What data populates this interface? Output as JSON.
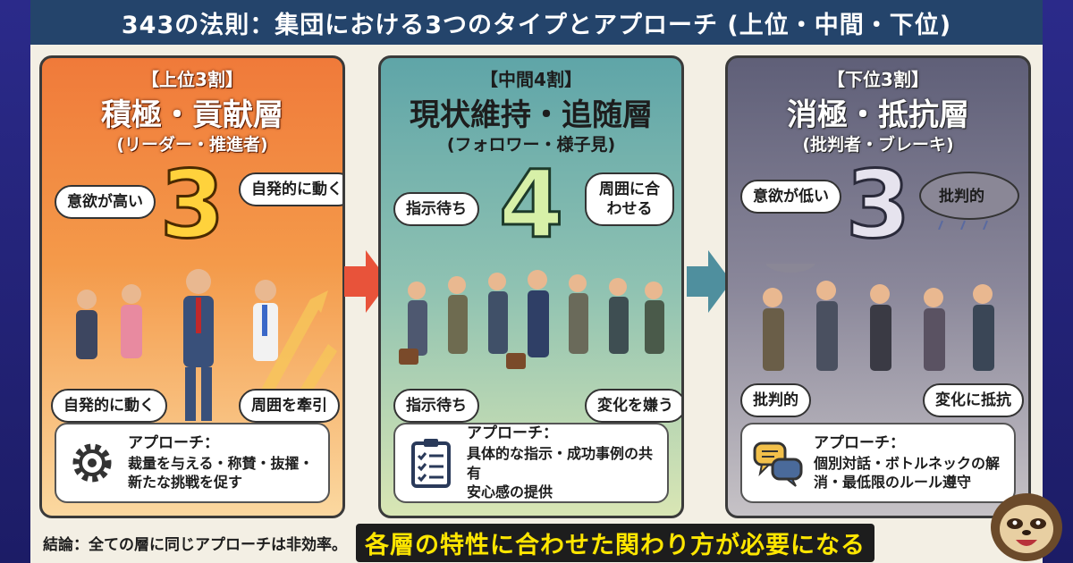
{
  "title": "343の法則：集団における3つのタイプとアプローチ (上位・中間・下位)",
  "panels": {
    "upper": {
      "tag": "【上位3割】",
      "heading": "積極・貢献層",
      "sub": "(リーダー・推進者)",
      "number": "3",
      "bubbles": [
        "意欲が高い",
        "自発的に動く",
        "自発的に動く",
        "周囲を牽引"
      ],
      "approach_title": "アプローチ：",
      "approach_lines": [
        "裁量を与える・称賛・抜擢・",
        "新たな挑戦を促す"
      ],
      "icon": "gear-icon"
    },
    "middle": {
      "tag": "【中間4割】",
      "heading": "現状維持・追随層",
      "sub": "(フォロワー・様子見)",
      "number": "4",
      "bubbles": [
        "指示待ち",
        "周囲に合わせる",
        "指示待ち",
        "変化を嫌う"
      ],
      "approach_title": "アプローチ：",
      "approach_lines": [
        "具体的な指示・成功事例の共有",
        "安心感の提供"
      ],
      "icon": "clipboard-checklist-icon"
    },
    "lower": {
      "tag": "【下位3割】",
      "heading": "消極・抵抗層",
      "sub": "(批判者・ブレーキ)",
      "number": "3",
      "bubbles": [
        "意欲が低い",
        "批判的",
        "批判的",
        "変化に抵抗"
      ],
      "approach_title": "アプローチ：",
      "approach_lines": [
        "個別対話・ボトルネックの解",
        "消・最低限のルール遵守"
      ],
      "icon": "speech-bubbles-icon"
    }
  },
  "footer": {
    "conclusion": "結論：全ての層に同じアプローチは非効率。",
    "highlight": "各層の特性に合わせた関わり方が必要になる"
  },
  "colors": {
    "title_bar": "#24446b",
    "upper": "#f07a3a",
    "middle": "#5fa5a8",
    "lower": "#5f5f78",
    "arrow": "#e8533a",
    "arrow2": "#4f8f9e"
  }
}
